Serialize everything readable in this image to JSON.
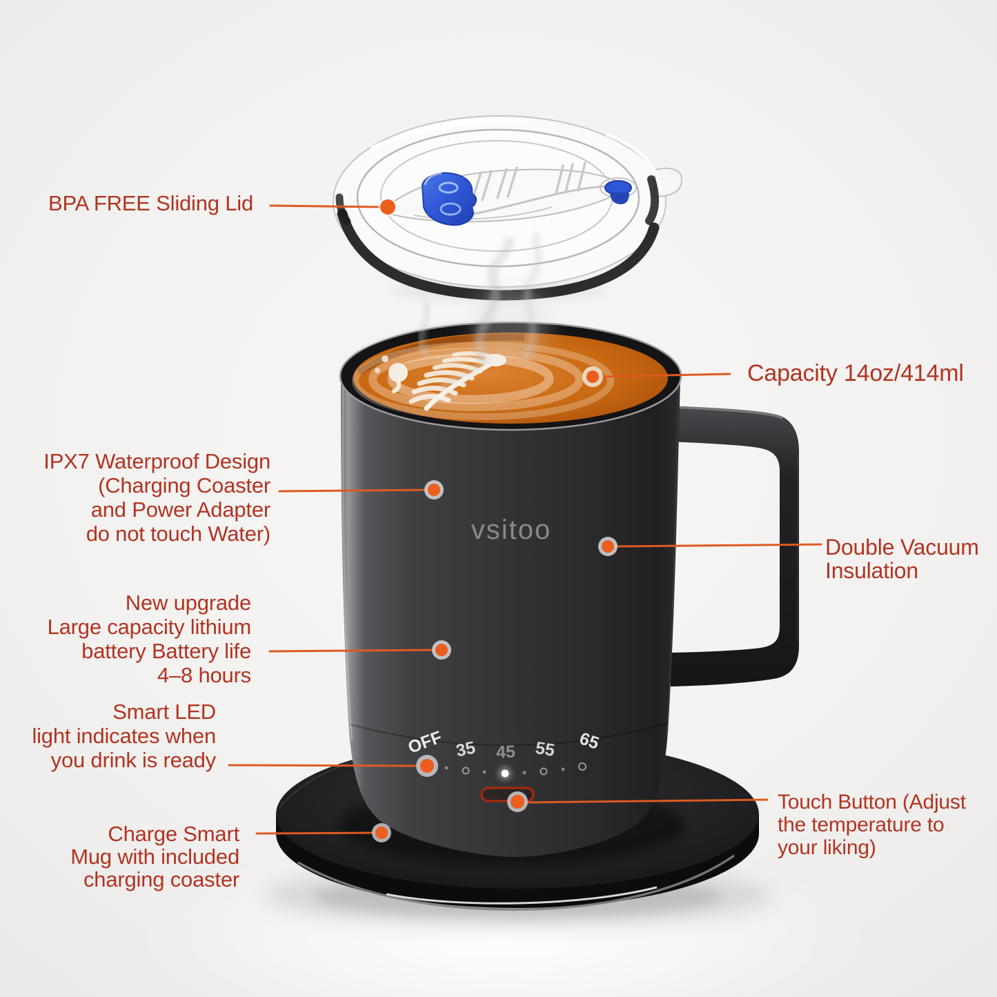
{
  "product": {
    "brand": "vsitoo",
    "temperature_scale": [
      "OFF",
      "35",
      "45",
      "55",
      "65"
    ]
  },
  "callouts": {
    "bpa": {
      "text": "BPA FREE Sliding Lid"
    },
    "capacity": {
      "text": "Capacity 14oz/414ml"
    },
    "ipx7": {
      "lines": [
        "IPX7 Waterproof Design",
        "(Charging Coaster",
        "and Power Adapter",
        "do not touch Water)"
      ]
    },
    "double_vacuum": {
      "lines": [
        "Double Vacuum",
        "Insulation"
      ]
    },
    "battery": {
      "lines": [
        "New upgrade",
        "Large capacity lithium",
        "battery Battery life",
        "4–8 hours"
      ]
    },
    "smart_led": {
      "lines": [
        "Smart LED",
        "light indicates when",
        "you drink is ready"
      ]
    },
    "touch_button": {
      "lines": [
        "Touch Button (Adjust",
        "the temperature to",
        "your liking)"
      ]
    },
    "charge": {
      "lines": [
        "Charge Smart",
        "Mug with included",
        "charging coaster"
      ]
    }
  },
  "colors": {
    "label_red": "#b23321",
    "callout_line_orange": "#dd5a22",
    "callout_dot_orange": "#ec5e1d",
    "mug_black": "#2e2e31",
    "coffee_orange": "#c76812",
    "lid_slider_blue": "#2e56d6",
    "led_lit_white": "#ffffff",
    "touch_button_outline": "#9e2a10"
  }
}
